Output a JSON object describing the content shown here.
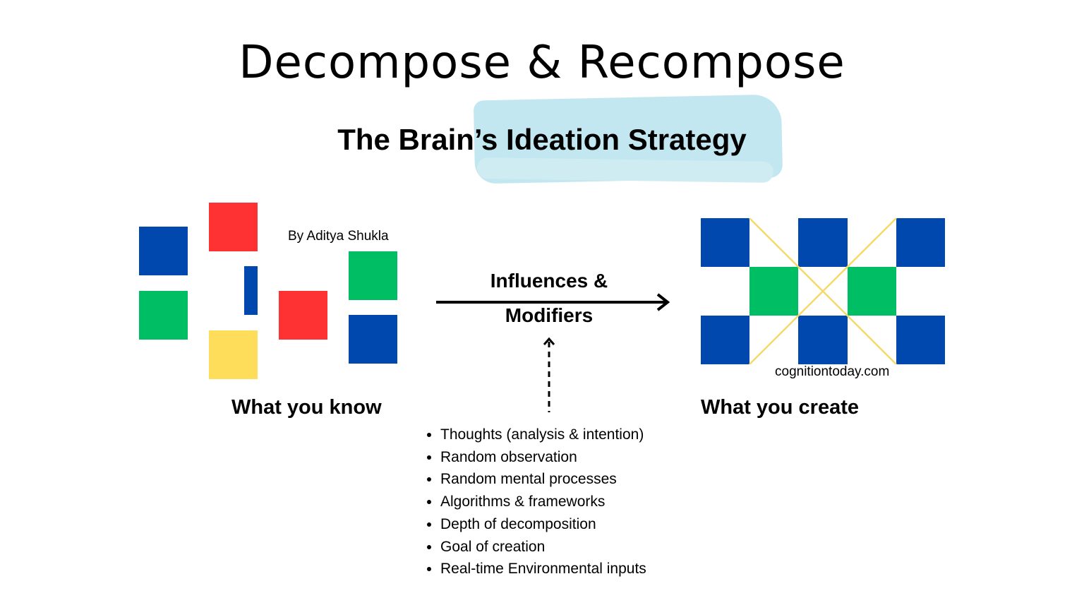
{
  "title": "Decompose & Recompose",
  "subtitle": "The Brain’s Ideation Strategy",
  "author": "By Aditya Shukla",
  "left_label": "What you know",
  "right_label": "What you create",
  "arrow_label_line1": "Influences &",
  "arrow_label_line2": "Modifiers",
  "site": "cognitiontoday.com",
  "factors": [
    "Thoughts (analysis & intention)",
    "Random observation",
    "Random mental processes",
    "Algorithms & frameworks",
    "Depth of decomposition",
    "Goal of creation",
    "Real-time Environmental inputs"
  ],
  "colors": {
    "blue": "#0048ae",
    "red": "#fe3232",
    "green": "#00be63",
    "yellow": "#fedd5b",
    "brush": "#c3e7f0",
    "connector_lines": "#f5d96a"
  }
}
